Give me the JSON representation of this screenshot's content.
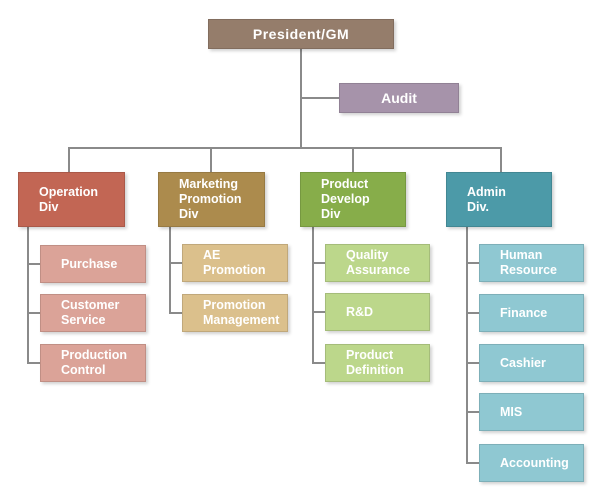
{
  "top": {
    "president": "President/GM",
    "audit": "Audit"
  },
  "divisions": [
    {
      "lines": [
        "Operation",
        "Div"
      ],
      "subs": [
        [
          "Purchase"
        ],
        [
          "Customer",
          "Service"
        ],
        [
          "Production",
          "Control"
        ]
      ]
    },
    {
      "lines": [
        "Marketing",
        "Promotion",
        "Div"
      ],
      "subs": [
        [
          "AE",
          "Promotion"
        ],
        [
          "Promotion",
          "Management"
        ]
      ]
    },
    {
      "lines": [
        "Product",
        "Develop",
        "Div"
      ],
      "subs": [
        [
          "Quality",
          "Assurance"
        ],
        [
          "R&D"
        ],
        [
          "Product",
          "Definition"
        ]
      ]
    },
    {
      "lines": [
        "Admin",
        "Div."
      ],
      "subs": [
        [
          "Human",
          "Resource"
        ],
        [
          "Finance"
        ],
        [
          "Cashier"
        ],
        [
          "MIS"
        ],
        [
          "Accounting"
        ]
      ]
    }
  ],
  "colors": {
    "connector": "#8a8a8a",
    "president": "#957d6b",
    "audit": "#a693aa",
    "operation": "#c26654",
    "marketing": "#ac8b4d",
    "product": "#87ad4a",
    "admin": "#4c9aa8"
  }
}
